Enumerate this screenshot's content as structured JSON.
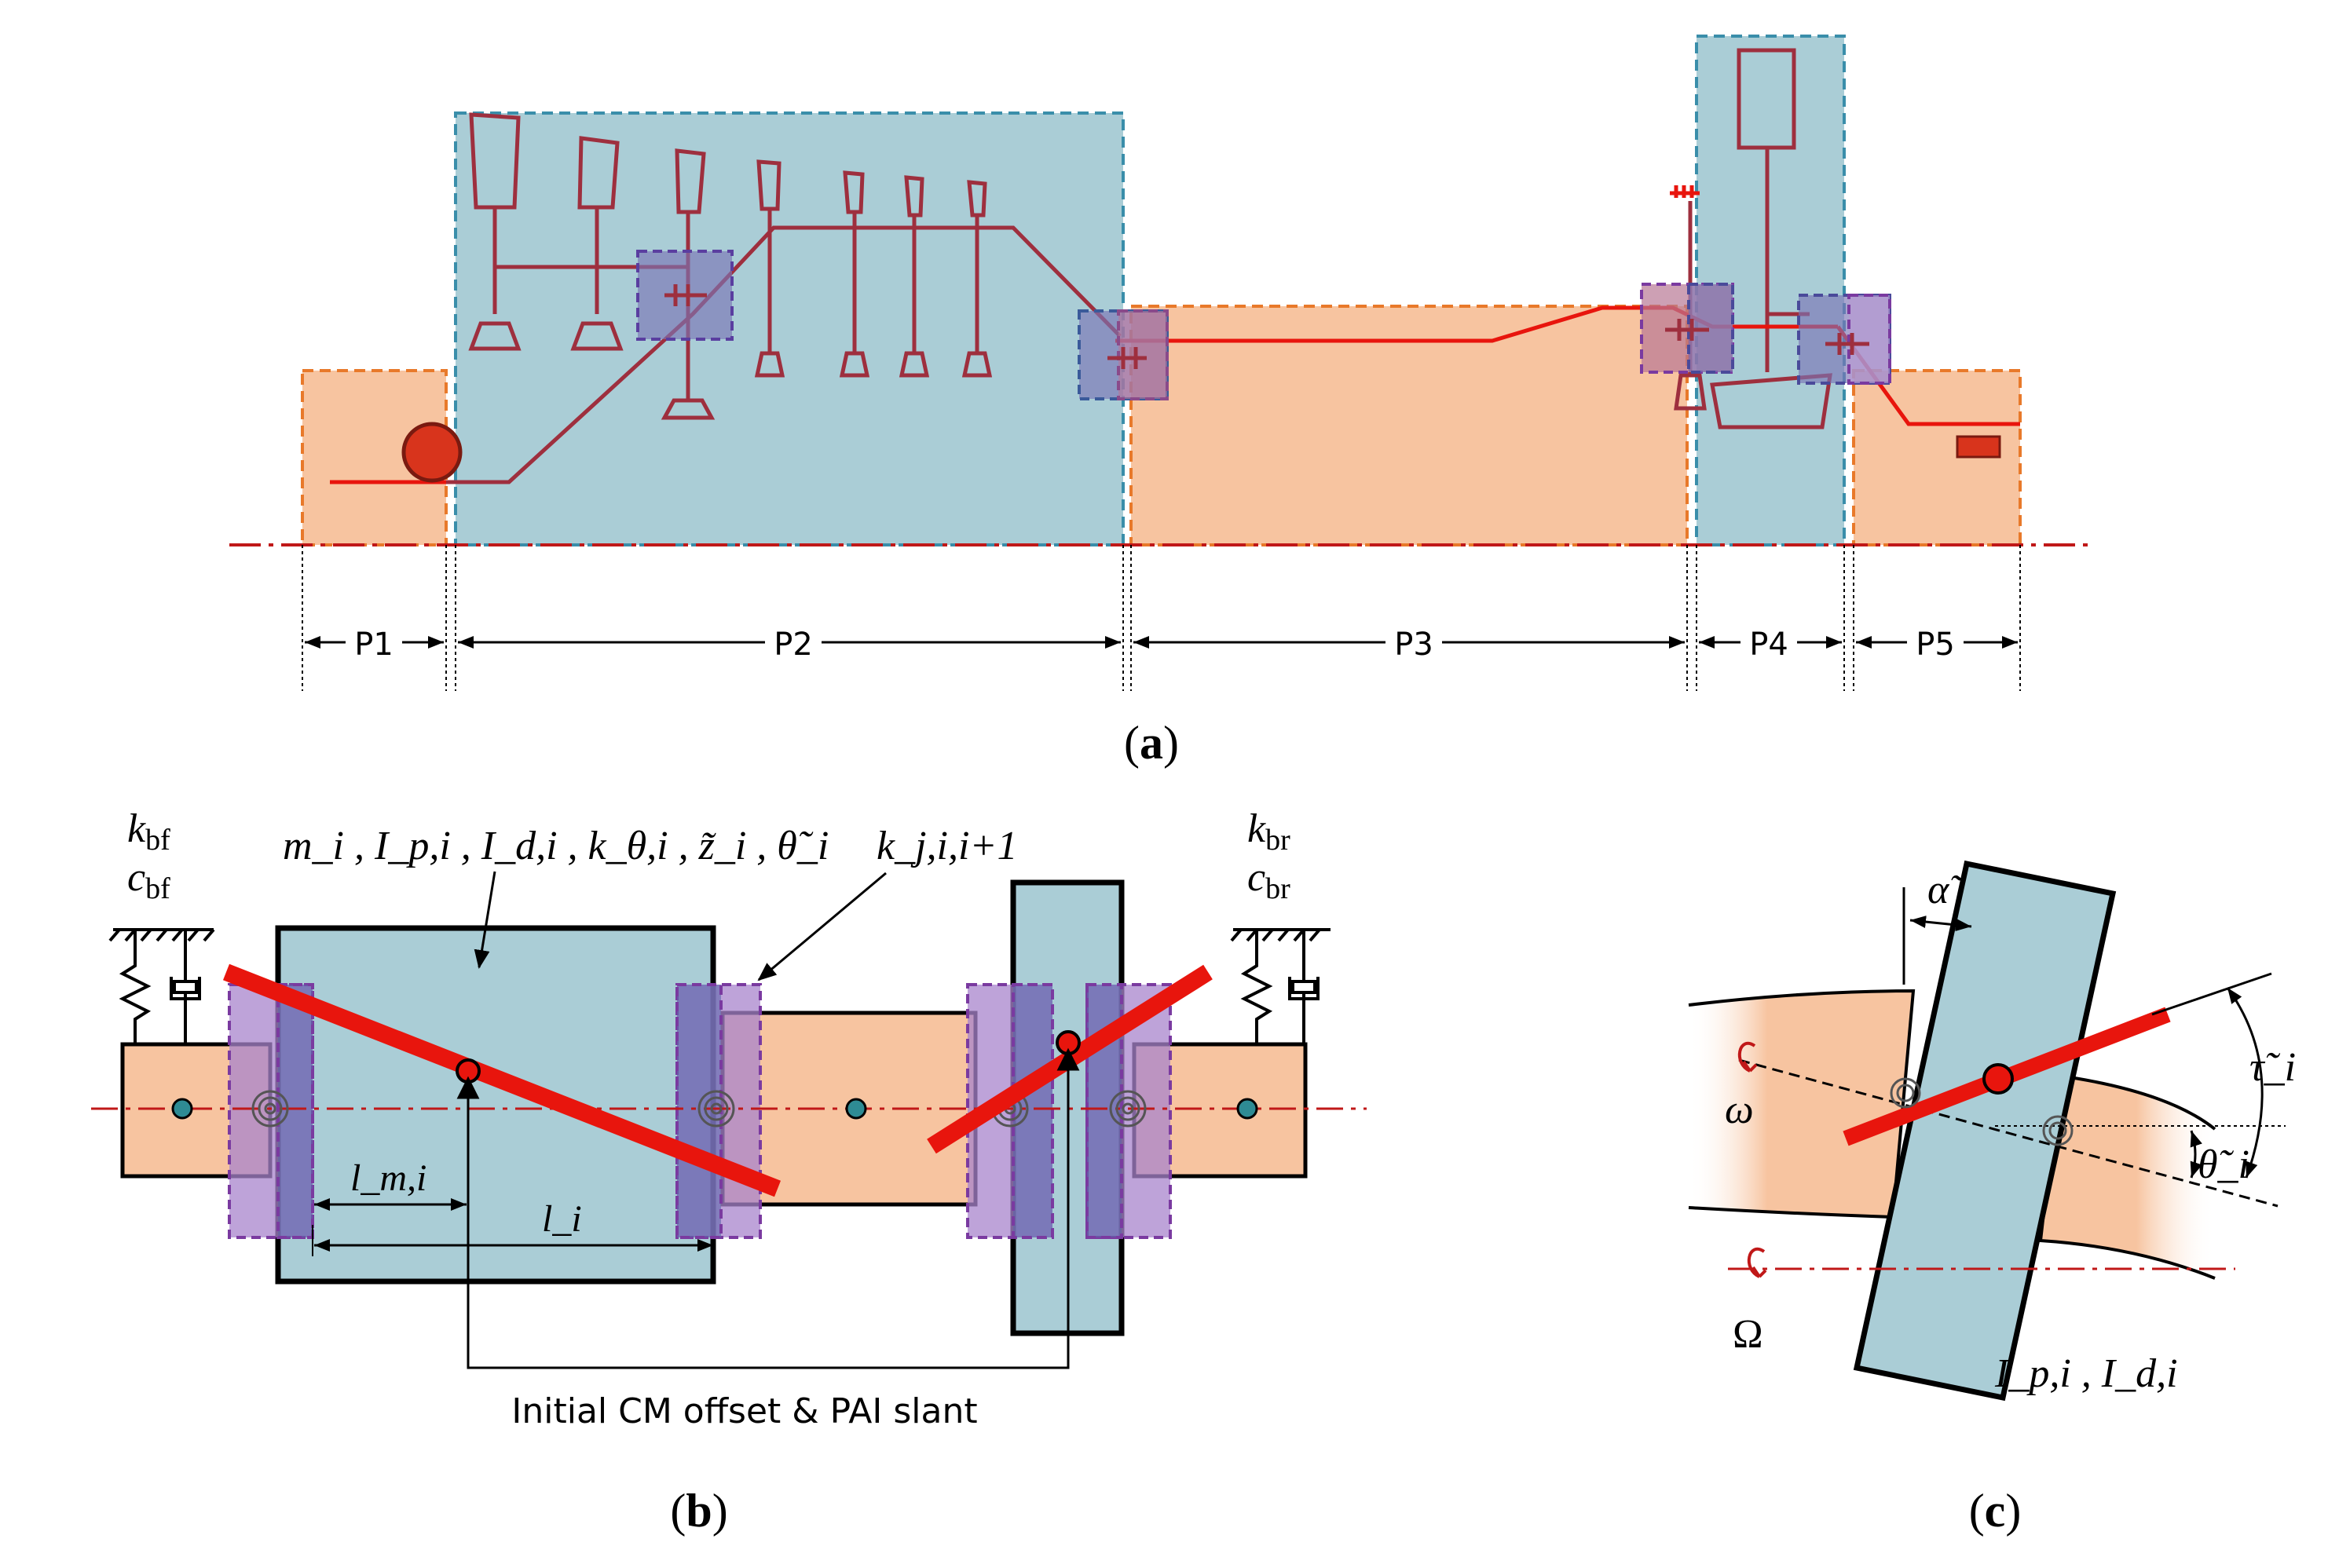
{
  "panel_a": {
    "label_open": "(",
    "label_letter": "a",
    "label_close": ")",
    "segments": [
      "P1",
      "P2",
      "P3",
      "P4",
      "P5"
    ]
  },
  "panel_b": {
    "label_open": "(",
    "label_letter": "b",
    "label_close": ")",
    "k_bf": "k",
    "k_bf_sub": "bf",
    "c_bf": "c",
    "c_bf_sub": "bf",
    "k_br": "k",
    "k_br_sub": "br",
    "c_br": "c",
    "c_br_sub": "br",
    "param_text": "m_i , I_p,i , I_d,i , k_θ,i , z̃_i , θ̃_i",
    "joint_stiffness": "k_j,i,i+1",
    "l_m": "l_m,i",
    "l": "l_i",
    "caption": "Initial CM offset & PAI slant"
  },
  "panel_c": {
    "label_open": "(",
    "label_letter": "c",
    "label_close": ")",
    "alpha": "α̃",
    "omega": "ω",
    "Omega": "Ω",
    "tau": "τ̃_i",
    "theta": "θ̃_i",
    "inertia": "I_p,i , I_d,i"
  },
  "colors": {
    "orange_fill": "#f7c4a0",
    "orange_border": "#e8792a",
    "blue_fill": "#aacdd6",
    "blue_border": "#3a8eaa",
    "purple_fill": "#7b5ea7",
    "red": "#e8150d",
    "maroon": "#9e2f3e"
  }
}
